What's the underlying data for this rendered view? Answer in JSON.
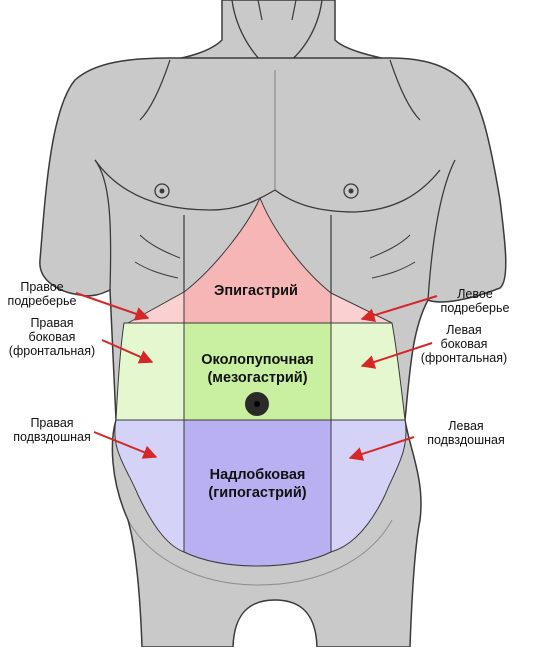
{
  "colors": {
    "body_fill": "#c9c9c9",
    "body_stroke": "#3a3a3a",
    "epigastric": "#f7b6b6",
    "hypochondriac": "#fbd0d0",
    "umbilical": "#c8f0a0",
    "lumbar": "#e4f7cf",
    "hypogastric": "#b9b0f2",
    "iliac": "#d4d2f6",
    "arrow": "#d42828",
    "navel": "#2a2a2a"
  },
  "regions": {
    "epigastric": {
      "line1": "Эпигастрий"
    },
    "umbilical": {
      "line1": "Околопупочная",
      "line2": "(мезогастрий)"
    },
    "hypogastric": {
      "line1": "Надлобковая",
      "line2": "(гипогастрий)"
    }
  },
  "labels": {
    "right_hypochondrium": {
      "line1": "Правое",
      "line2": "подреберье"
    },
    "left_hypochondrium": {
      "line1": "Левое",
      "line2": "подреберье"
    },
    "right_lateral": {
      "line1": "Правая",
      "line2": "боковая",
      "line3": "(фронтальная)"
    },
    "left_lateral": {
      "line1": "Левая",
      "line2": "боковая",
      "line3": "(фронтальная)"
    },
    "right_iliac": {
      "line1": "Правая",
      "line2": "подвздошная"
    },
    "left_iliac": {
      "line1": "Левая",
      "line2": "подвздошная"
    }
  },
  "icons": {
    "navel": "navel-dot",
    "nipples": "nipple-circle",
    "arrows": "arrow-pointer"
  }
}
